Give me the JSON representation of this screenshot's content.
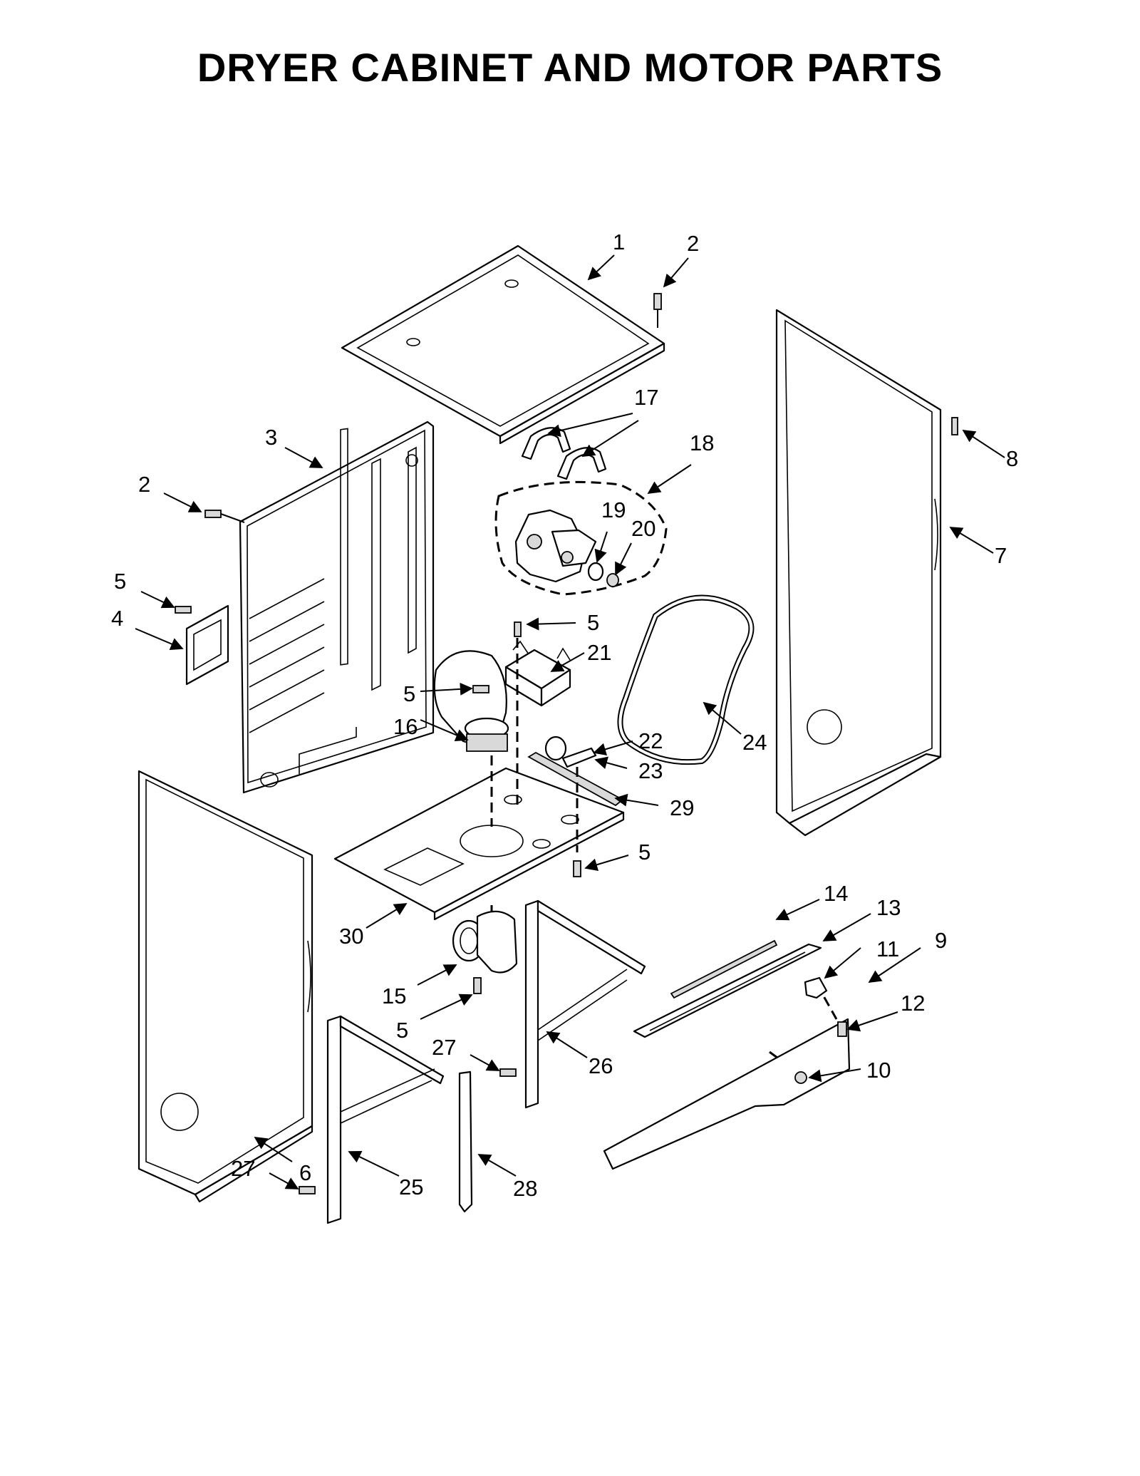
{
  "title": "DRYER CABINET AND MOTOR PARTS",
  "callouts": {
    "c1": "1",
    "c2a": "2",
    "c2b": "2",
    "c3": "3",
    "c4": "4",
    "c5a": "5",
    "c5b": "5",
    "c5c": "5",
    "c5d": "5",
    "c5e": "5",
    "c6": "6",
    "c7": "7",
    "c8": "8",
    "c9": "9",
    "c10": "10",
    "c11": "11",
    "c12": "12",
    "c13": "13",
    "c14": "14",
    "c15": "15",
    "c16": "16",
    "c17": "17",
    "c18": "18",
    "c19": "19",
    "c20": "20",
    "c21": "21",
    "c22": "22",
    "c23": "23",
    "c24": "24",
    "c25": "25",
    "c26": "26",
    "c27a": "27",
    "c27b": "27",
    "c28": "28",
    "c29": "29",
    "c30": "30"
  }
}
